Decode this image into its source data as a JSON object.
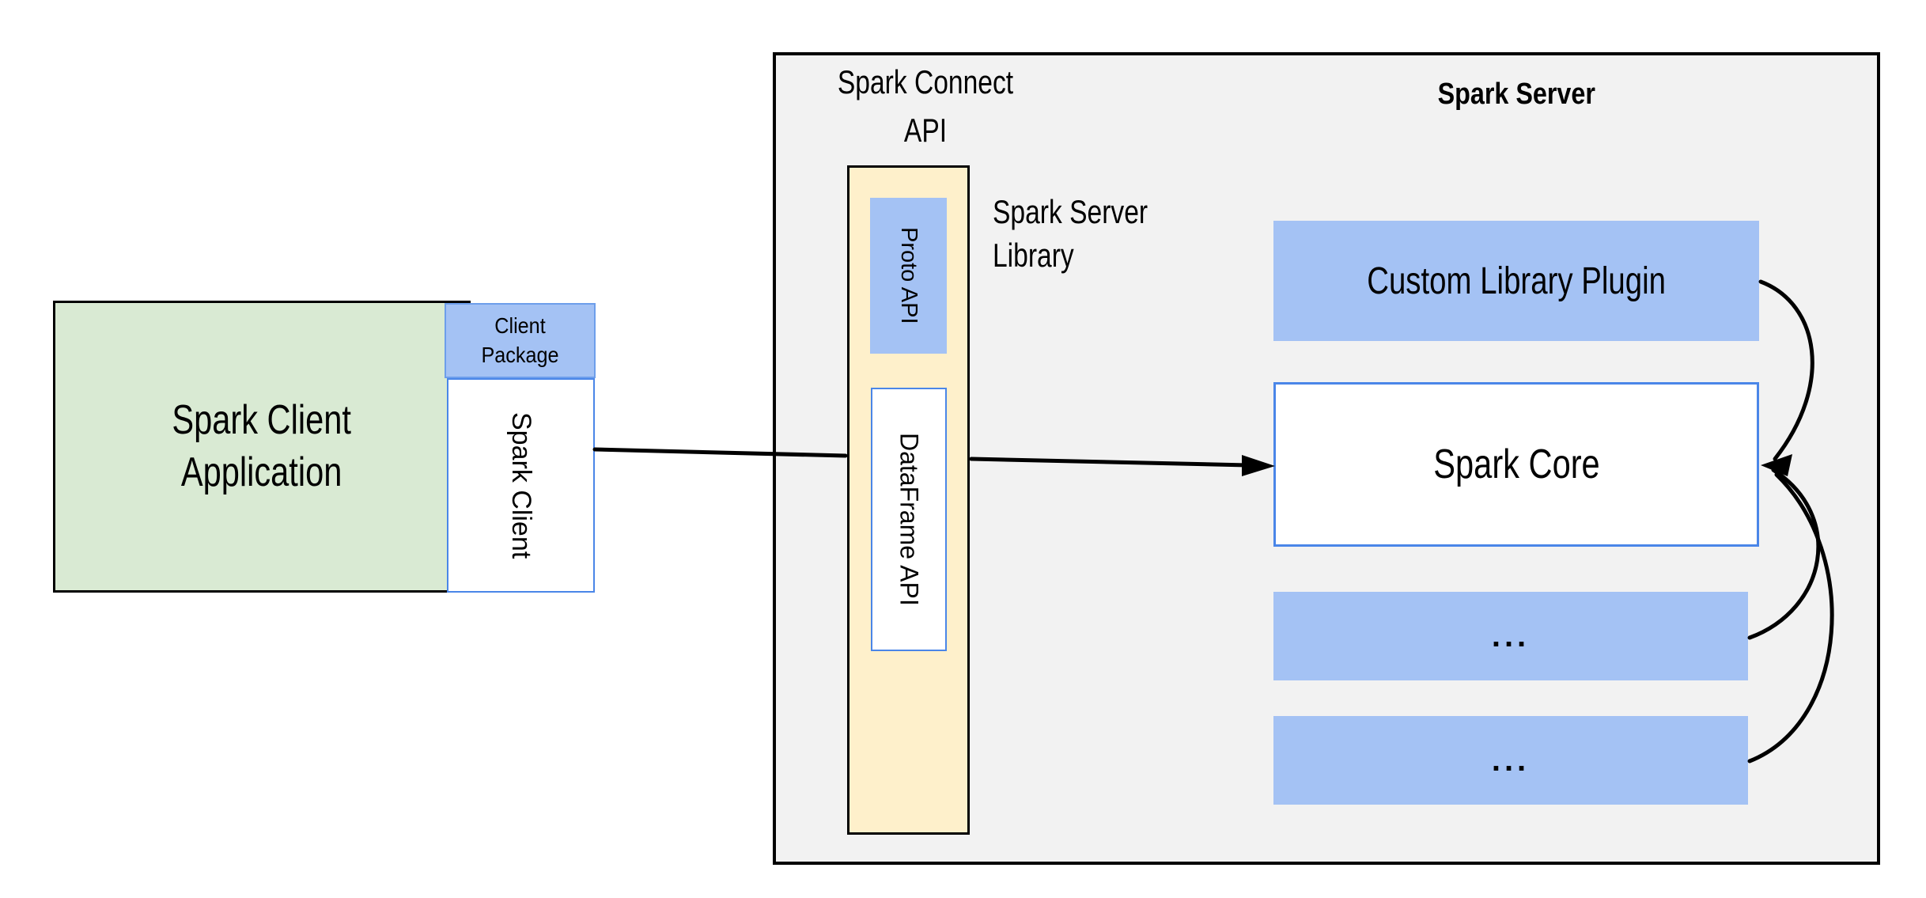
{
  "diagram": {
    "title_left": "Spark Connect API",
    "title_right": "Spark Server"
  },
  "labels": {
    "spark_connect_api": [
      "Spark Connect",
      "API"
    ],
    "spark_server": "Spark Server",
    "spark_server_library": [
      "Spark Server",
      "Library"
    ],
    "client_app": [
      "Spark Client",
      "Application"
    ],
    "client_package": [
      "Client",
      "Package"
    ],
    "spark_client": "Spark Client",
    "proto_api": "Proto API",
    "dataframe_api": "DataFrame API",
    "custom_library_plugin": "Custom Library Plugin",
    "spark_core": "Spark Core",
    "ellipsis_1": "...",
    "ellipsis_2": "..."
  },
  "colors": {
    "container_gray": "#f2f2f2",
    "client_app_green": "#d9ead3",
    "accent_blue_fill": "#a4c2f4",
    "accent_blue_border": "#4a86e8",
    "package_border_blue": "#6d9eeb",
    "library_yellow": "#fef0cb",
    "outline_black": "#000000",
    "text": "#000000"
  },
  "arrows": [
    {
      "name": "client-to-connect-api",
      "from": "Spark Client",
      "to": "Spark Connect API column",
      "style": "straight"
    },
    {
      "name": "dataframe-to-spark-core",
      "from": "DataFrame API",
      "to": "Spark Core",
      "style": "straight-arrowhead"
    },
    {
      "name": "plugin-to-spark-core",
      "from": "Custom Library Plugin",
      "to": "Spark Core",
      "style": "curved-arrowhead"
    },
    {
      "name": "ellipsis1-to-spark-core",
      "from": "... (box 1)",
      "to": "Spark Core",
      "style": "curved-arrowhead"
    },
    {
      "name": "ellipsis2-to-spark-core",
      "from": "... (box 2)",
      "to": "Spark Core",
      "style": "curved-arrowhead"
    }
  ]
}
